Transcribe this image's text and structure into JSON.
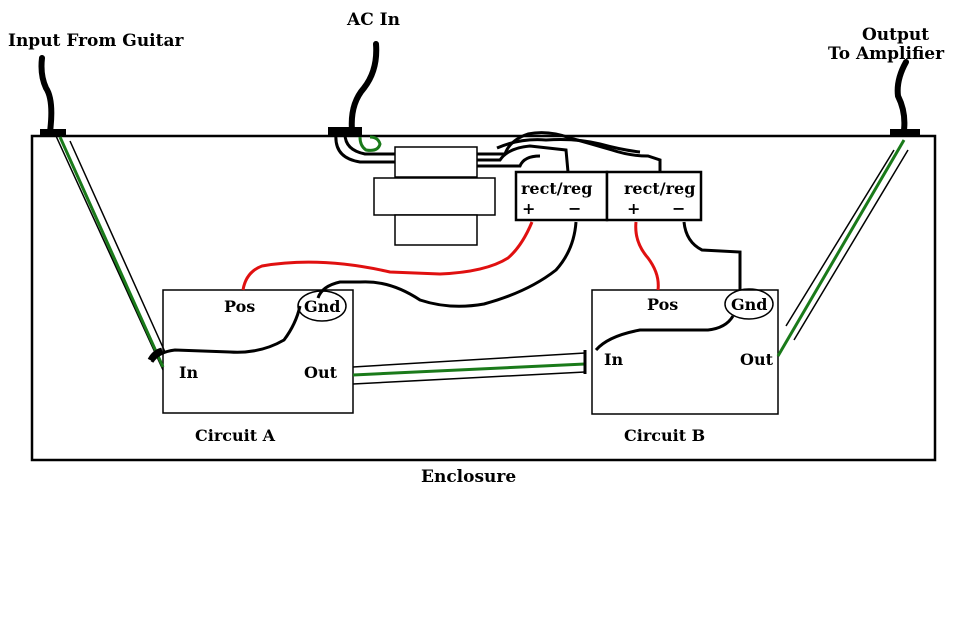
{
  "labels": {
    "input": "Input From Guitar",
    "ac_in": "AC In",
    "output_line1": "Output",
    "output_line2": "To Amplifier",
    "enclosure": "Enclosure"
  },
  "rect_reg_1": {
    "title": "rect/reg",
    "plus": "+",
    "minus": "−"
  },
  "rect_reg_2": {
    "title": "rect/reg",
    "plus": "+",
    "minus": "−"
  },
  "circuit_a": {
    "name": "Circuit A",
    "pos": "Pos",
    "gnd": "Gnd",
    "in": "In",
    "out": "Out"
  },
  "circuit_b": {
    "name": "Circuit B",
    "pos": "Pos",
    "gnd": "Gnd",
    "in": "In",
    "out": "Out"
  },
  "colors": {
    "wire": "#000000",
    "signal": "#1a7a1a",
    "positive": "#e01010"
  }
}
